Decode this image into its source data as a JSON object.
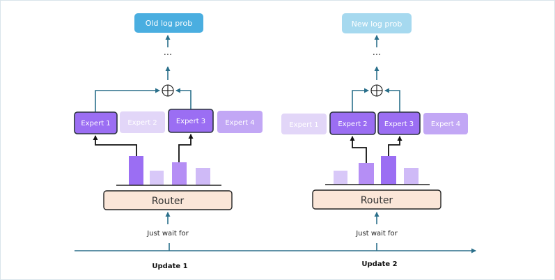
{
  "panels": [
    {
      "output_label": "Old log prob",
      "ellipsis": "···",
      "experts": [
        "Expert 1",
        "Expert 2",
        "Expert 3",
        "Expert 4"
      ],
      "router_label": "Router",
      "wait_label": "Just wait for",
      "update_label": "Update 1"
    },
    {
      "output_label": "New log prob",
      "ellipsis": "···",
      "experts": [
        "Expert 1",
        "Expert 2",
        "Expert 3",
        "Expert 4"
      ],
      "router_label": "Router",
      "wait_label": "Just wait for",
      "update_label": "Update 2"
    }
  ],
  "colors": {
    "arrow": "#2a6f8a",
    "old_box": "#4aaee0",
    "new_box": "#a6d9ef",
    "selected_expert": "#9b6ef3",
    "faded_expert": "#e2d6f8",
    "router_fill": "#fbe6d8"
  }
}
